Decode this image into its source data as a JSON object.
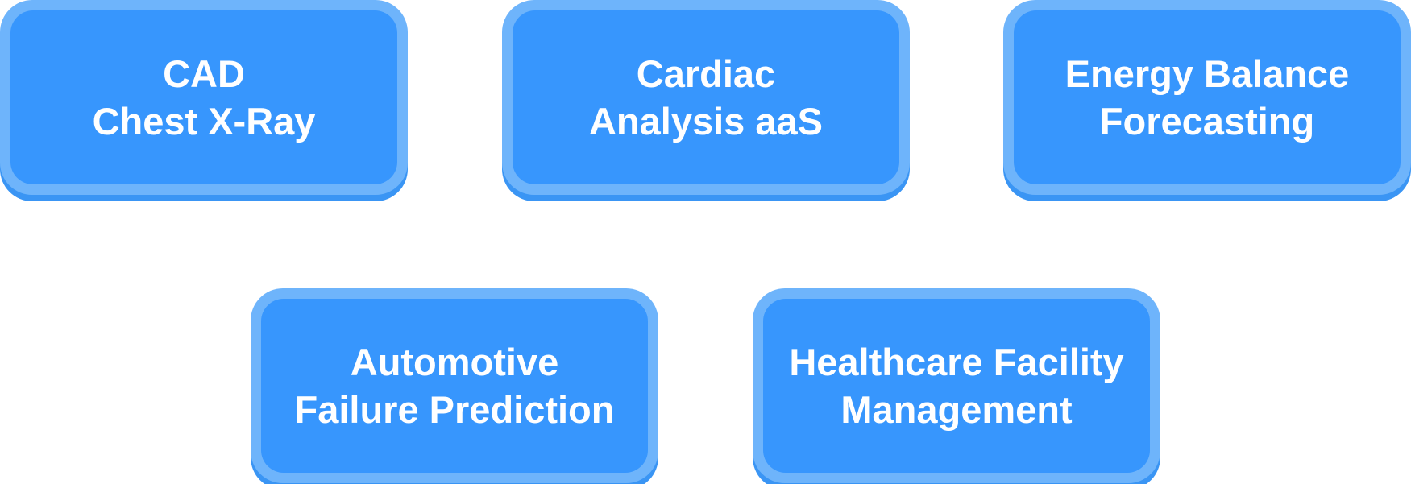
{
  "tiles": [
    {
      "line1": "CAD",
      "line2": "Chest X-Ray"
    },
    {
      "line1": "Cardiac",
      "line2": "Analysis aaS"
    },
    {
      "line1": "Energy Balance",
      "line2": "Forecasting"
    },
    {
      "line1": "Automotive",
      "line2": "Failure Prediction"
    },
    {
      "line1": "Healthcare Facility",
      "line2": "Management"
    }
  ],
  "colors": {
    "tile_fill": "#3796fd",
    "tile_border": "#6eb4fb",
    "tile_shadow": "#3a95f4",
    "text": "#ffffff",
    "background": "#ffffff"
  }
}
